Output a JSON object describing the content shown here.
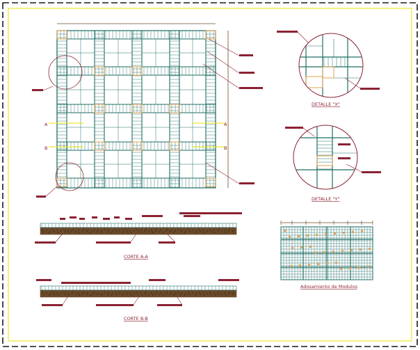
{
  "drawing": {
    "colors": {
      "frame": "#1a1a1a",
      "inner_frame": "#e8e200",
      "tile_line": "#1f6e66",
      "accent": "#e0a050",
      "callout": "#8b2232",
      "ground": "#6b4a2a"
    },
    "detail_x": {
      "title": "DETALLE \"X\""
    },
    "detail_y": {
      "title": "DETALLE \"Y\""
    },
    "section_a": {
      "title": "CORTE A-A",
      "marker": "A"
    },
    "section_b": {
      "title": "CORTE B-B",
      "marker": "B"
    },
    "module_layout": {
      "title": "Adosamiento de Modulos"
    }
  }
}
